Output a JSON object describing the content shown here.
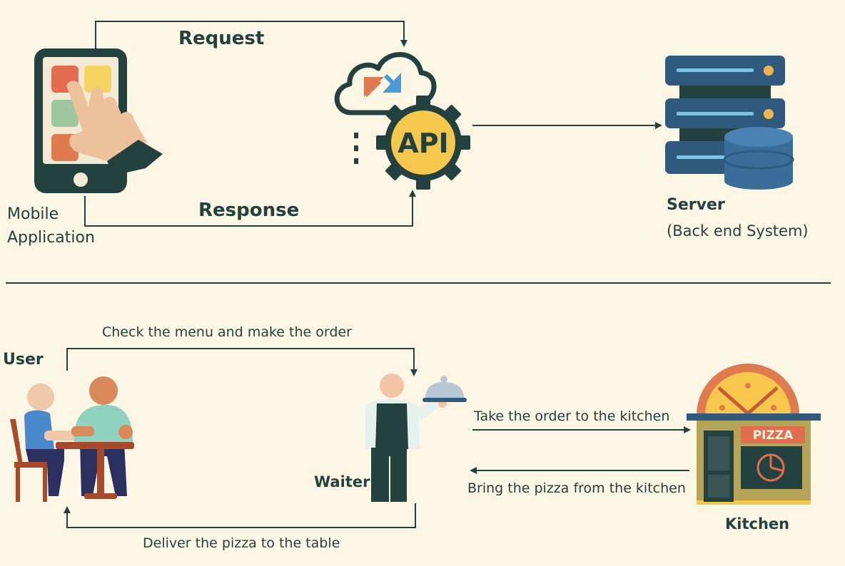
{
  "api_diagram": {
    "request_label": "Request",
    "response_label": "Response",
    "api_label": "API",
    "mobile_label_line1": "Mobile",
    "mobile_label_line2": "Application",
    "server_label": "Server",
    "server_sublabel": "(Back end System)"
  },
  "restaurant_diagram": {
    "check_menu_label": "Check the menu and make the order",
    "user_label": "User",
    "waiter_label": "Waiter",
    "take_order_label": "Take the order to the kitchen",
    "bring_pizza_label": "Bring the pizza from the kitchen",
    "deliver_label": "Deliver the pizza to the table",
    "kitchen_label": "Kitchen",
    "pizza_sign": "PIZZA"
  },
  "colors": {
    "background": "#fcf6e4",
    "dark_teal": "#23413f",
    "server_blue": "#2f5a7e",
    "accent_yellow": "#f5c84c",
    "accent_orange": "#e07b50"
  }
}
